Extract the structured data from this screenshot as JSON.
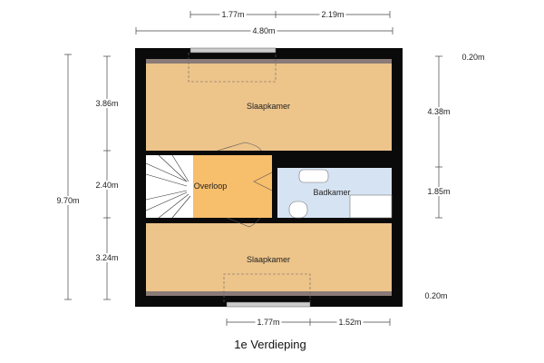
{
  "rooms": {
    "top": "Slaapkamer",
    "landing": "Overloop",
    "bath": "Badkamer",
    "bottom": "Slaapkamer"
  },
  "dimensions": {
    "top_left": "1.77m",
    "top_right": "2.19m",
    "total_width": "4.80m",
    "total_height": "9.70m",
    "left_top": "3.86m",
    "left_mid": "2.40m",
    "left_bottom": "3.24m",
    "right_wall_top": "0.20m",
    "right_top": "4.38m",
    "right_mid": "1.85m",
    "right_wall_bottom": "0.20m",
    "bottom_left": "1.77m",
    "bottom_right": "1.52m"
  },
  "floor_title": "1e Verdieping",
  "colors": {
    "room": "#EDC48A",
    "landing": "#F7BE6B",
    "bath": "#D6E3F3",
    "wall": "#0a0a0a"
  }
}
